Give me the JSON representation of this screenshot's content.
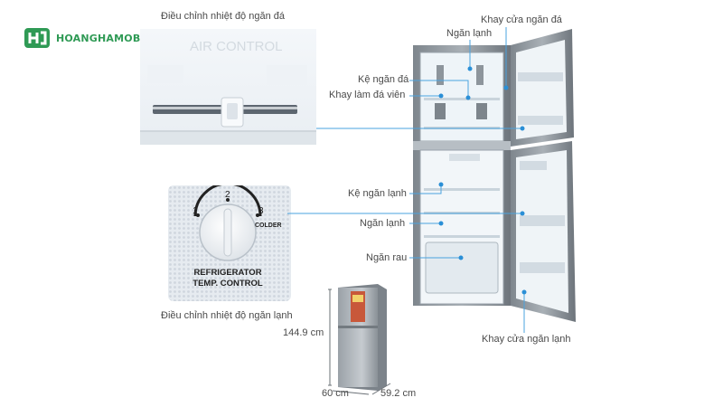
{
  "brand": {
    "logo_text": "HOANGHAMOBILE.COM",
    "color": "#2f9a55"
  },
  "freezer_panel": {
    "heading": "Điều chỉnh nhiệt độ ngăn đá",
    "embossed_title": "AIR CONTROL"
  },
  "fridge_dial": {
    "numbers": [
      "1",
      "2",
      "3"
    ],
    "colder": "COLDER",
    "label_line1": "REFRIGERATOR",
    "label_line2": "TEMP. CONTROL",
    "caption": "Điều chỉnh nhiệt độ ngăn lạnh"
  },
  "labels": {
    "khay_cua_ngan_da": "Khay cửa ngăn đá",
    "ngan_lanh_top": "Ngăn lạnh",
    "ke_ngan_da": "Kệ ngăn đá",
    "khay_lam_da_vien": "Khay làm đá viên",
    "ke_ngan_lanh": "Kệ ngăn lạnh",
    "ngan_lanh_mid": "Ngăn lạnh",
    "ngan_rau": "Ngăn rau",
    "khay_cua_ngan_lanh": "Khay cửa ngăn lạnh"
  },
  "dimensions": {
    "height": "144.9 cm",
    "width": "60 cm",
    "depth": "59.2 cm"
  },
  "colors": {
    "callout_line": "#4aa3df",
    "dot": "#2a8fd6",
    "text": "#4a4a4a"
  }
}
